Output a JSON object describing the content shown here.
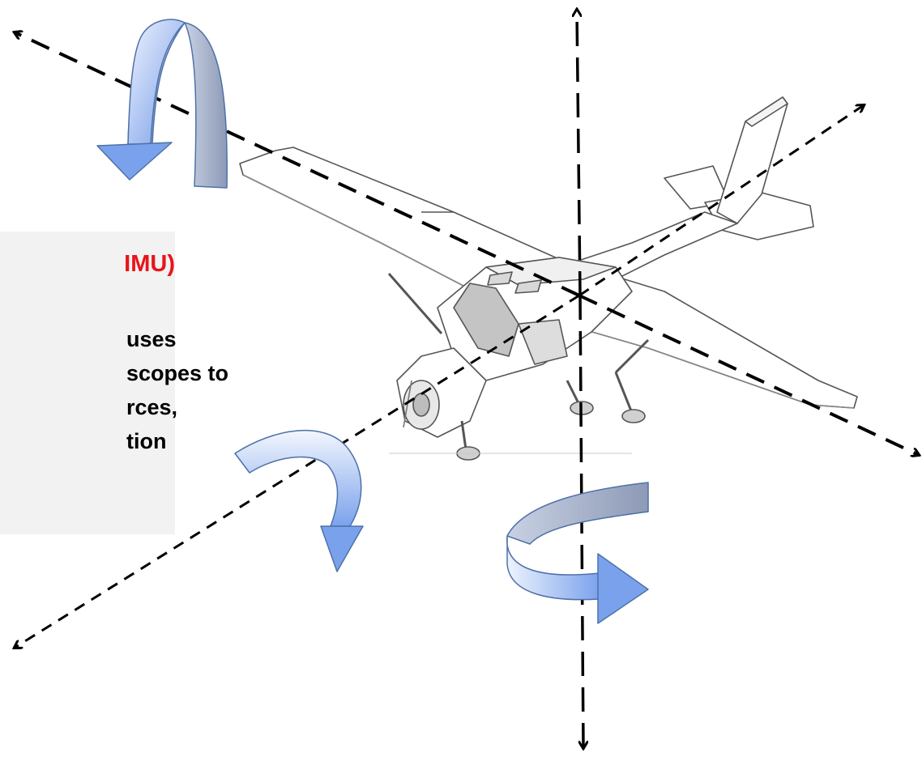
{
  "info_box": {
    "title_visible": "IMU)",
    "body_lines": [
      "uses",
      "scopes to",
      "rces,",
      "tion"
    ]
  },
  "colors": {
    "box_background": "#f2f2f2",
    "title_red": "#e8141b",
    "arrow_fill_light": "#e3ebfb",
    "arrow_fill_dark": "#7aa2ec",
    "arrow_inner": "#9aa7c2",
    "arrow_stroke": "#4e71a8",
    "axis": "#000000"
  },
  "icons": [
    "airplane-icon",
    "roll-arrow-icon",
    "pitch-arrow-icon",
    "yaw-arrow-icon"
  ]
}
